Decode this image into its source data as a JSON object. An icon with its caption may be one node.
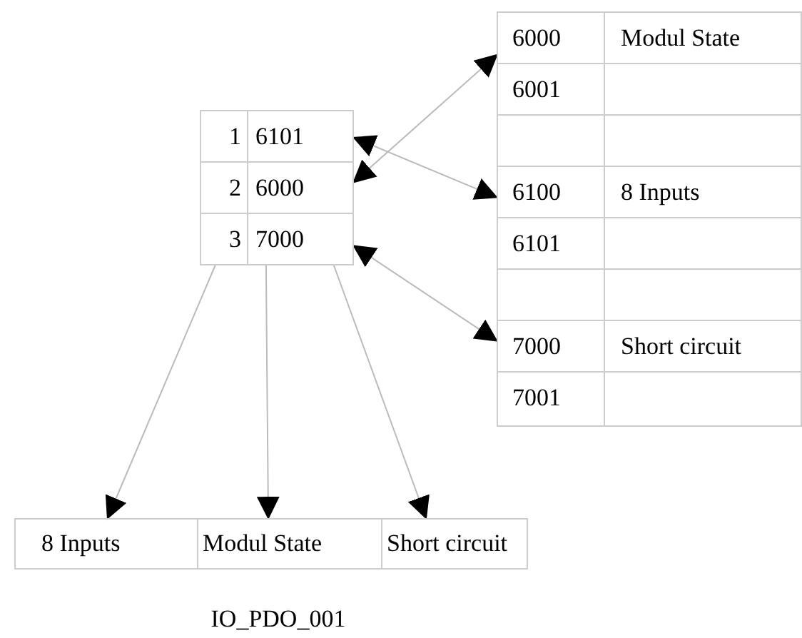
{
  "diagram": {
    "caption": "IO_PDO_001",
    "nodes": [
      {
        "text": [],
        "shape": "box"
      },
      {
        "text": [
          "1",
          "6101"
        ],
        "in": 0
      },
      {
        "text": [
          "2",
          "6000"
        ],
        "in": 0
      },
      {
        "text": [
          "3",
          "7000"
        ],
        "in": 0
      },
      {
        "text": [],
        "shape": "box"
      },
      {
        "text": [
          "6000",
          "Modul State"
        ],
        "in": 4
      },
      {
        "text": [
          "6001"
        ],
        "in": 4
      },
      {
        "text": [],
        "shape": "box",
        "in": 4
      },
      {
        "text": [
          "6100",
          "8 Inputs"
        ],
        "in": 4
      },
      {
        "text": [
          "6101"
        ],
        "in": 4
      },
      {
        "text": [],
        "shape": "box",
        "in": 4
      },
      {
        "text": [
          "7000",
          "Short circuit"
        ],
        "in": 4
      },
      {
        "text": [
          "7001"
        ],
        "in": 4
      },
      {
        "text": [],
        "shape": "box"
      },
      {
        "text": [
          "8 Inputs"
        ],
        "in": 13
      },
      {
        "text": [
          "Modul State"
        ],
        "in": 13
      },
      {
        "text": [
          "Short circuit"
        ],
        "in": 13
      }
    ],
    "edges": [
      {
        "from": 1,
        "to": 8,
        "arrow": "both"
      },
      {
        "from": 2,
        "to": 5,
        "arrow": "both"
      },
      {
        "from": 3,
        "to": 11,
        "arrow": "both"
      },
      {
        "from": 0,
        "to": 14,
        "arrow": "to"
      },
      {
        "from": 0,
        "to": 15,
        "arrow": "to"
      },
      {
        "from": 0,
        "to": 16,
        "arrow": "to"
      }
    ]
  }
}
